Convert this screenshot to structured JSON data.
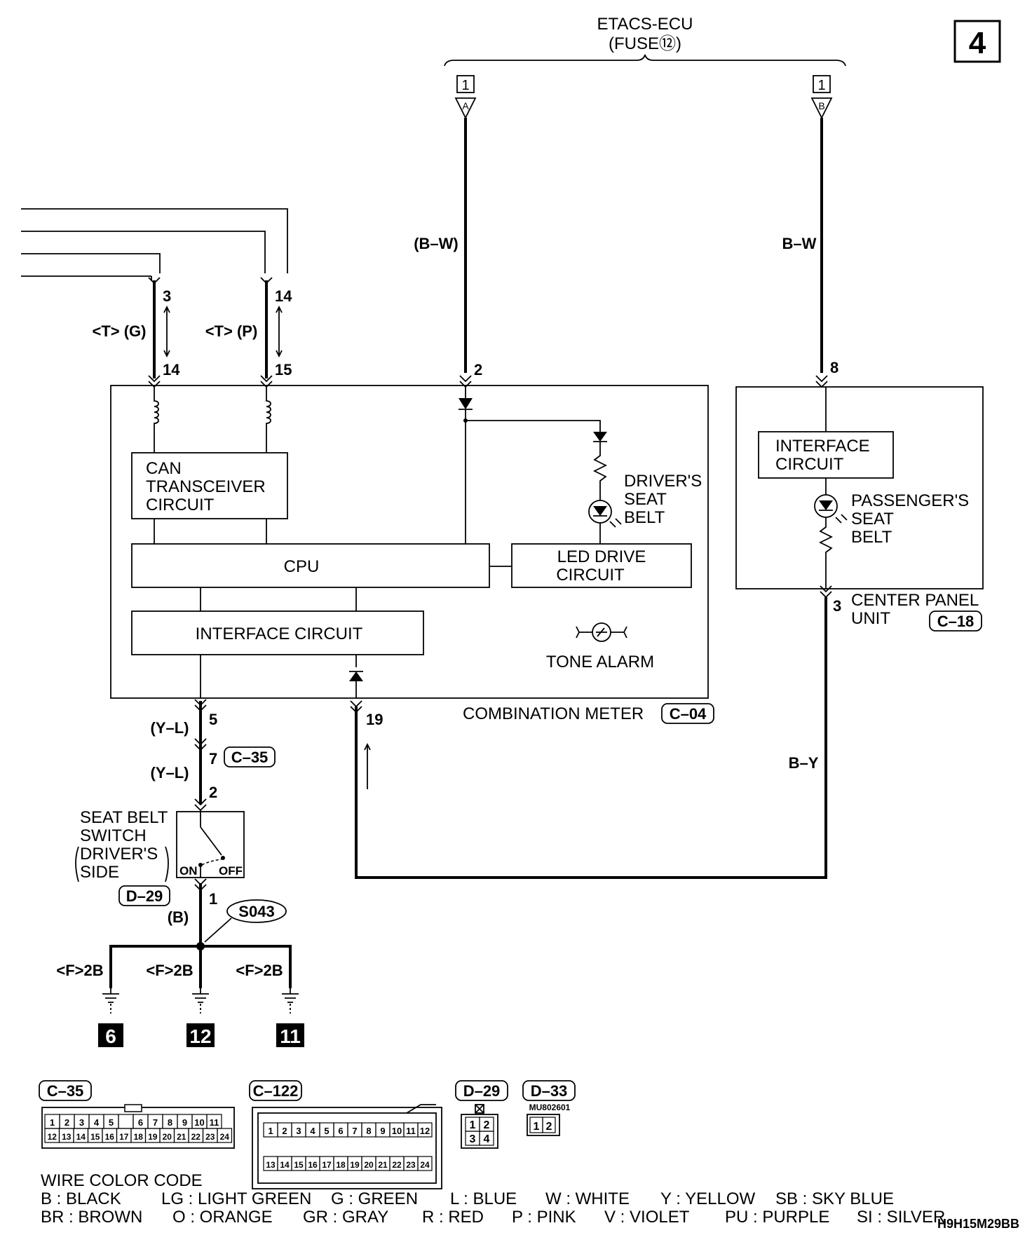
{
  "page_number": "4",
  "etacs": {
    "title": "ETACS-ECU",
    "fuse": "(FUSE⑫)"
  },
  "connectors_top": {
    "a_num": "1",
    "a_letter": "A",
    "b_num": "1",
    "b_letter": "B"
  },
  "wires": {
    "bw_a": "(B–W)",
    "bw_b": "B–W",
    "t_g": "<T> (G)",
    "t_p": "<T> (P)",
    "yl_1": "(Y–L)",
    "yl_2": "(Y–L)",
    "b": "(B)",
    "by": "B–Y"
  },
  "pins": {
    "p3": "3",
    "p14a": "14",
    "p14b": "14",
    "p15": "15",
    "p2": "2",
    "p8": "8",
    "p5": "5",
    "p19": "19",
    "p7": "7",
    "p2b": "2",
    "p1": "1",
    "p3b": "3"
  },
  "combination_meter": {
    "can_line1": "CAN",
    "can_line2": "TRANSCEIVER",
    "can_line3": "CIRCUIT",
    "cpu": "CPU",
    "interface": "INTERFACE CIRCUIT",
    "led_line1": "LED DRIVE",
    "led_line2": "CIRCUIT",
    "drivers_line1": "DRIVER'S",
    "drivers_line2": "SEAT",
    "drivers_line3": "BELT",
    "tone_alarm": "TONE ALARM",
    "label": "COMBINATION METER",
    "connector": "C–04"
  },
  "center_panel": {
    "interface_line1": "INTERFACE",
    "interface_line2": "CIRCUIT",
    "pass_line1": "PASSENGER'S",
    "pass_line2": "SEAT",
    "pass_line3": "BELT",
    "label_line1": "CENTER PANEL",
    "label_line2": "UNIT",
    "connector": "C–18"
  },
  "seat_belt_switch": {
    "line1": "SEAT BELT",
    "line2": "SWITCH",
    "line3": "DRIVER'S",
    "line4": "SIDE",
    "on": "ON",
    "off": "OFF",
    "connector": "D–29"
  },
  "junction": {
    "c35": "C–35",
    "s043": "S043"
  },
  "grounds": {
    "f2b_1": "<F>2B",
    "f2b_2": "<F>2B",
    "f2b_3": "<F>2B",
    "g6": "6",
    "g12": "12",
    "g11": "11"
  },
  "connector_views": {
    "c35_label": "C–35",
    "c35_top": [
      "1",
      "2",
      "3",
      "4",
      "5",
      "",
      "6",
      "7",
      "8",
      "9",
      "10",
      "11"
    ],
    "c35_bottom": [
      "12",
      "13",
      "14",
      "15",
      "16",
      "17",
      "18",
      "19",
      "20",
      "21",
      "22",
      "23",
      "24"
    ],
    "c122_label": "C–122",
    "c122_top": [
      "1",
      "2",
      "3",
      "4",
      "5",
      "6",
      "7",
      "8",
      "9",
      "10",
      "11",
      "12"
    ],
    "c122_bottom": [
      "13",
      "14",
      "15",
      "16",
      "17",
      "18",
      "19",
      "20",
      "21",
      "22",
      "23",
      "24"
    ],
    "d29_label": "D–29",
    "d29_pins": [
      "1",
      "2",
      "3",
      "4"
    ],
    "d33_label": "D–33",
    "d33_part": "MU802601",
    "d33_pins": [
      "1",
      "2"
    ]
  },
  "wire_color_code": {
    "title": "WIRE COLOR CODE",
    "row1": [
      "B : BLACK",
      "LG : LIGHT GREEN",
      "G : GREEN",
      "L : BLUE",
      "W : WHITE",
      "Y : YELLOW",
      "SB : SKY BLUE"
    ],
    "row2": [
      "BR : BROWN",
      "O : ORANGE",
      "GR : GRAY",
      "R : RED",
      "P : PINK",
      "V : VIOLET",
      "PU : PURPLE",
      "SI : SILVER"
    ]
  },
  "figure_code": "H9H15M29BB"
}
